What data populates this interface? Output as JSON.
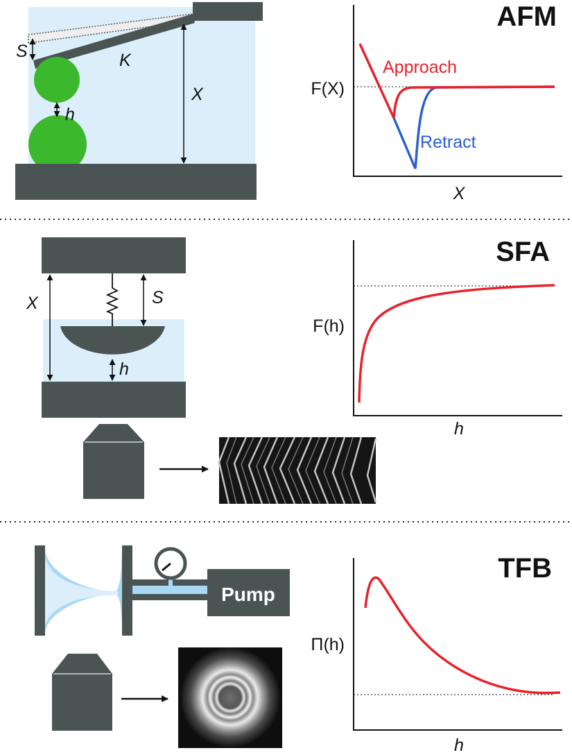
{
  "colors": {
    "dark": "#4a5553",
    "liquid": "#dbeefa",
    "film": "#a8d8f4",
    "green": "#3cb82c",
    "approach": "#e8212b",
    "retract": "#2a5fd6",
    "axis": "#111111"
  },
  "afm": {
    "title": "AFM",
    "label_s": "S",
    "label_k": "K",
    "label_x": "X",
    "label_h": "h",
    "ylabel": "F(X)",
    "xlabel": "X",
    "approach_label": "Approach",
    "retract_label": "Retract"
  },
  "sfa": {
    "title": "SFA",
    "label_x": "X",
    "label_s": "S",
    "label_h": "h",
    "ylabel": "F(h)",
    "xlabel": "h"
  },
  "tfb": {
    "title": "TFB",
    "pump_label": "Pump",
    "ylabel": "Π(h)",
    "xlabel": "h"
  },
  "icons": [
    "cantilever-icon",
    "spring-icon",
    "microscope-icon",
    "pressure-gauge-icon",
    "interference-fringes-icon",
    "newton-rings-icon"
  ]
}
